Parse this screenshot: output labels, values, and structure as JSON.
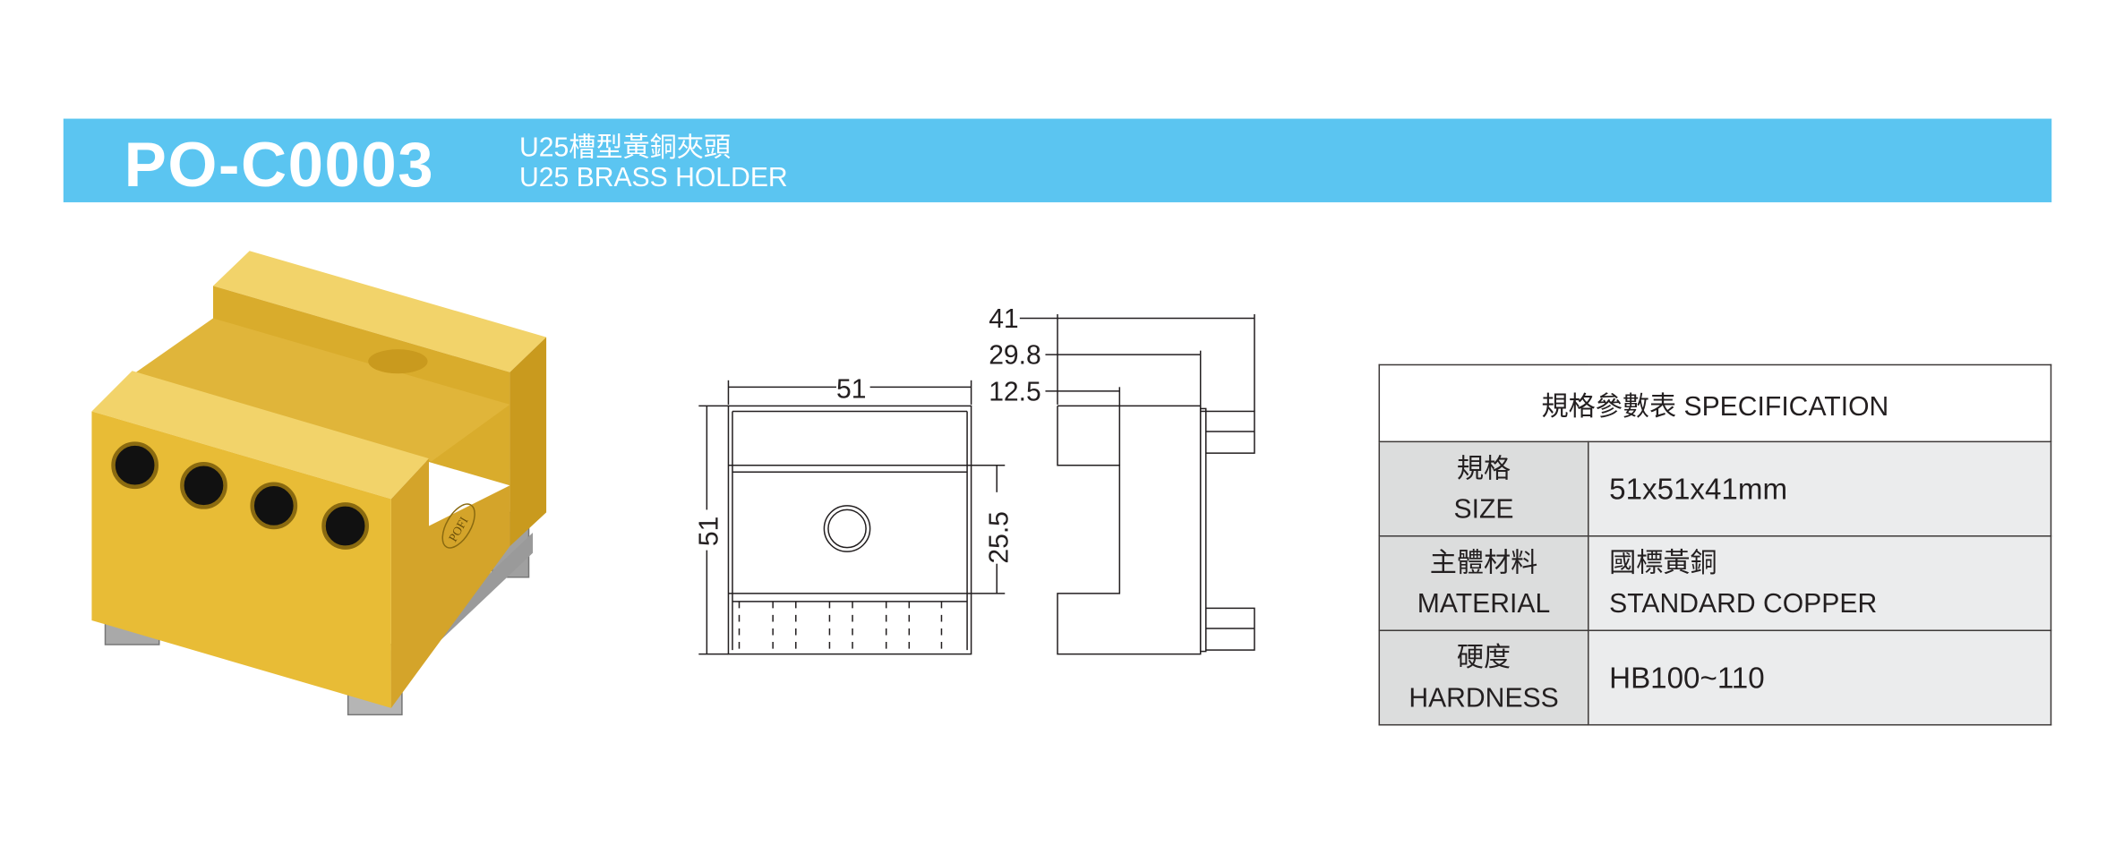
{
  "header": {
    "product_code": "PO-C0003",
    "title_zh": "U25槽型黃銅夾頭",
    "title_en": "U25 BRASS HOLDER"
  },
  "product_image": {
    "logo_text": "POFI"
  },
  "drawing": {
    "dimensions": {
      "front_width": "51",
      "front_height": "51",
      "slot_height": "25.5",
      "depth_total": "41",
      "depth_body": "29.8",
      "depth_slot": "12.5"
    }
  },
  "spec_table": {
    "title": "規格參數表 SPECIFICATION",
    "rows": [
      {
        "label_zh": "規格",
        "label_en": "SIZE",
        "value_zh": "",
        "value_en": "51x51x41mm"
      },
      {
        "label_zh": "主體材料",
        "label_en": "MATERIAL",
        "value_zh": "國標黃銅",
        "value_en": "STANDARD COPPER"
      },
      {
        "label_zh": "硬度",
        "label_en": "HARDNESS",
        "value_zh": "",
        "value_en": "HB100~110"
      }
    ]
  },
  "colors": {
    "banner": "#5bc5f1",
    "brass": "#e8c24a"
  }
}
